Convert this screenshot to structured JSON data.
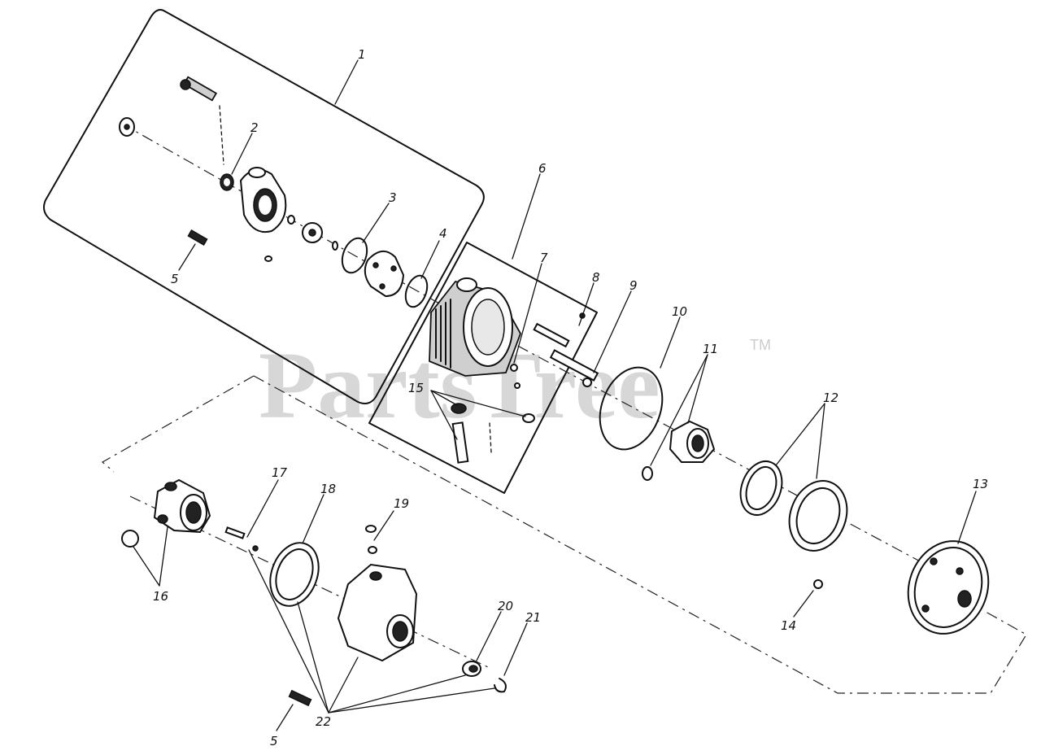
{
  "watermark": {
    "brand": "PartsTree",
    "trademark": "TM"
  },
  "callouts": [
    "1",
    "2",
    "3",
    "4",
    "5",
    "6",
    "7",
    "8",
    "9",
    "10",
    "11",
    "12",
    "13",
    "14",
    "15",
    "16",
    "17",
    "18",
    "19",
    "20",
    "21",
    "22",
    "5"
  ]
}
